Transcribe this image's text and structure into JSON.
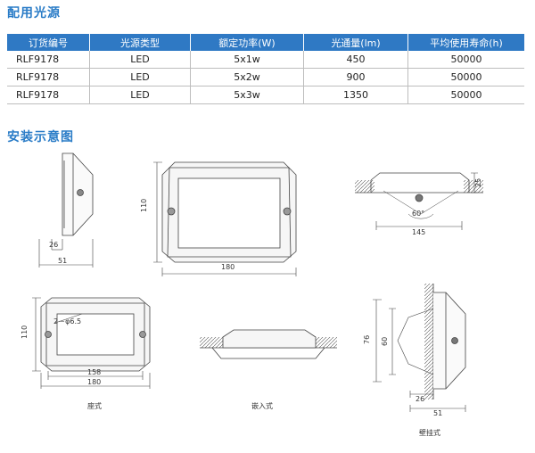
{
  "sections": {
    "light_source_title": "配用光源",
    "install_title": "安装示意图"
  },
  "table": {
    "headers": [
      "订货编号",
      "光源类型",
      "额定功率(W)",
      "光通量(lm)",
      "平均使用寿命(h)"
    ],
    "rows": [
      [
        "RLF9178",
        "LED",
        "5x1w",
        "450",
        "50000"
      ],
      [
        "RLF9178",
        "LED",
        "5x2w",
        "900",
        "50000"
      ],
      [
        "RLF9178",
        "LED",
        "5x3w",
        "1350",
        "50000"
      ]
    ]
  },
  "dimensions": {
    "side_small": "26",
    "side_large": "51",
    "front_height": "110",
    "front_width": "180",
    "top_depth": "25",
    "top_angle": "60°",
    "top_width": "145",
    "base_height": "110",
    "base_inner": "158",
    "base_width": "180",
    "hole_spec": "2－φ6.5",
    "wall_height_outer": "76",
    "wall_height_inner": "60",
    "wall_small": "26",
    "wall_large": "51"
  },
  "captions": {
    "base_mount": "座式",
    "recessed_mount": "嵌入式",
    "wall_mount": "壁挂式"
  }
}
